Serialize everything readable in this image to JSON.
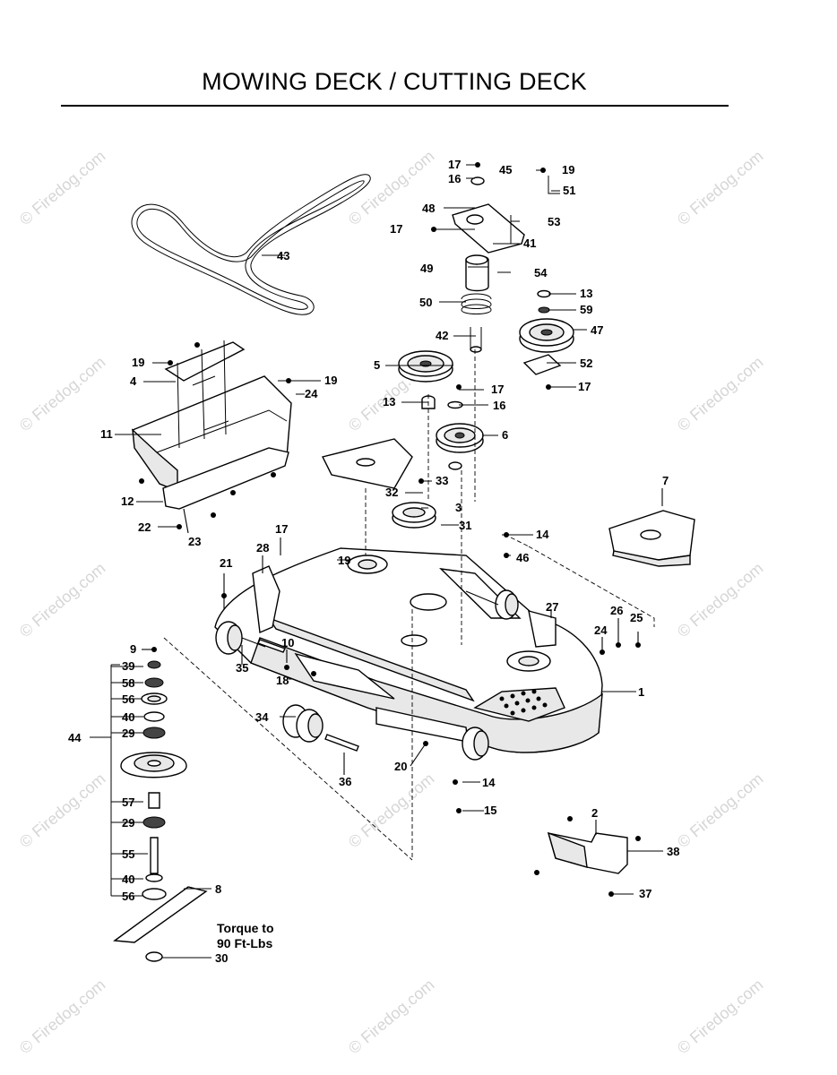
{
  "title": "MOWING DECK / CUTTING DECK",
  "watermark": "© Firedog.com",
  "note": [
    "Torque to",
    "90 Ft-Lbs"
  ],
  "callouts": [
    "1",
    "2",
    "3",
    "4",
    "5",
    "6",
    "7",
    "8",
    "9",
    "10",
    "11",
    "12",
    "13",
    "13",
    "13",
    "14",
    "14",
    "15",
    "16",
    "16",
    "17",
    "17",
    "17",
    "17",
    "17",
    "18",
    "19",
    "19",
    "19",
    "19",
    "20",
    "21",
    "22",
    "23",
    "24",
    "24",
    "25",
    "26",
    "27",
    "28",
    "29",
    "29",
    "30",
    "31",
    "32",
    "33",
    "34",
    "35",
    "36",
    "37",
    "38",
    "39",
    "40",
    "40",
    "41",
    "42",
    "43",
    "44",
    "45",
    "46",
    "47",
    "48",
    "49",
    "50",
    "51",
    "52",
    "53",
    "54",
    "55",
    "56",
    "56",
    "57",
    "58",
    "59"
  ]
}
